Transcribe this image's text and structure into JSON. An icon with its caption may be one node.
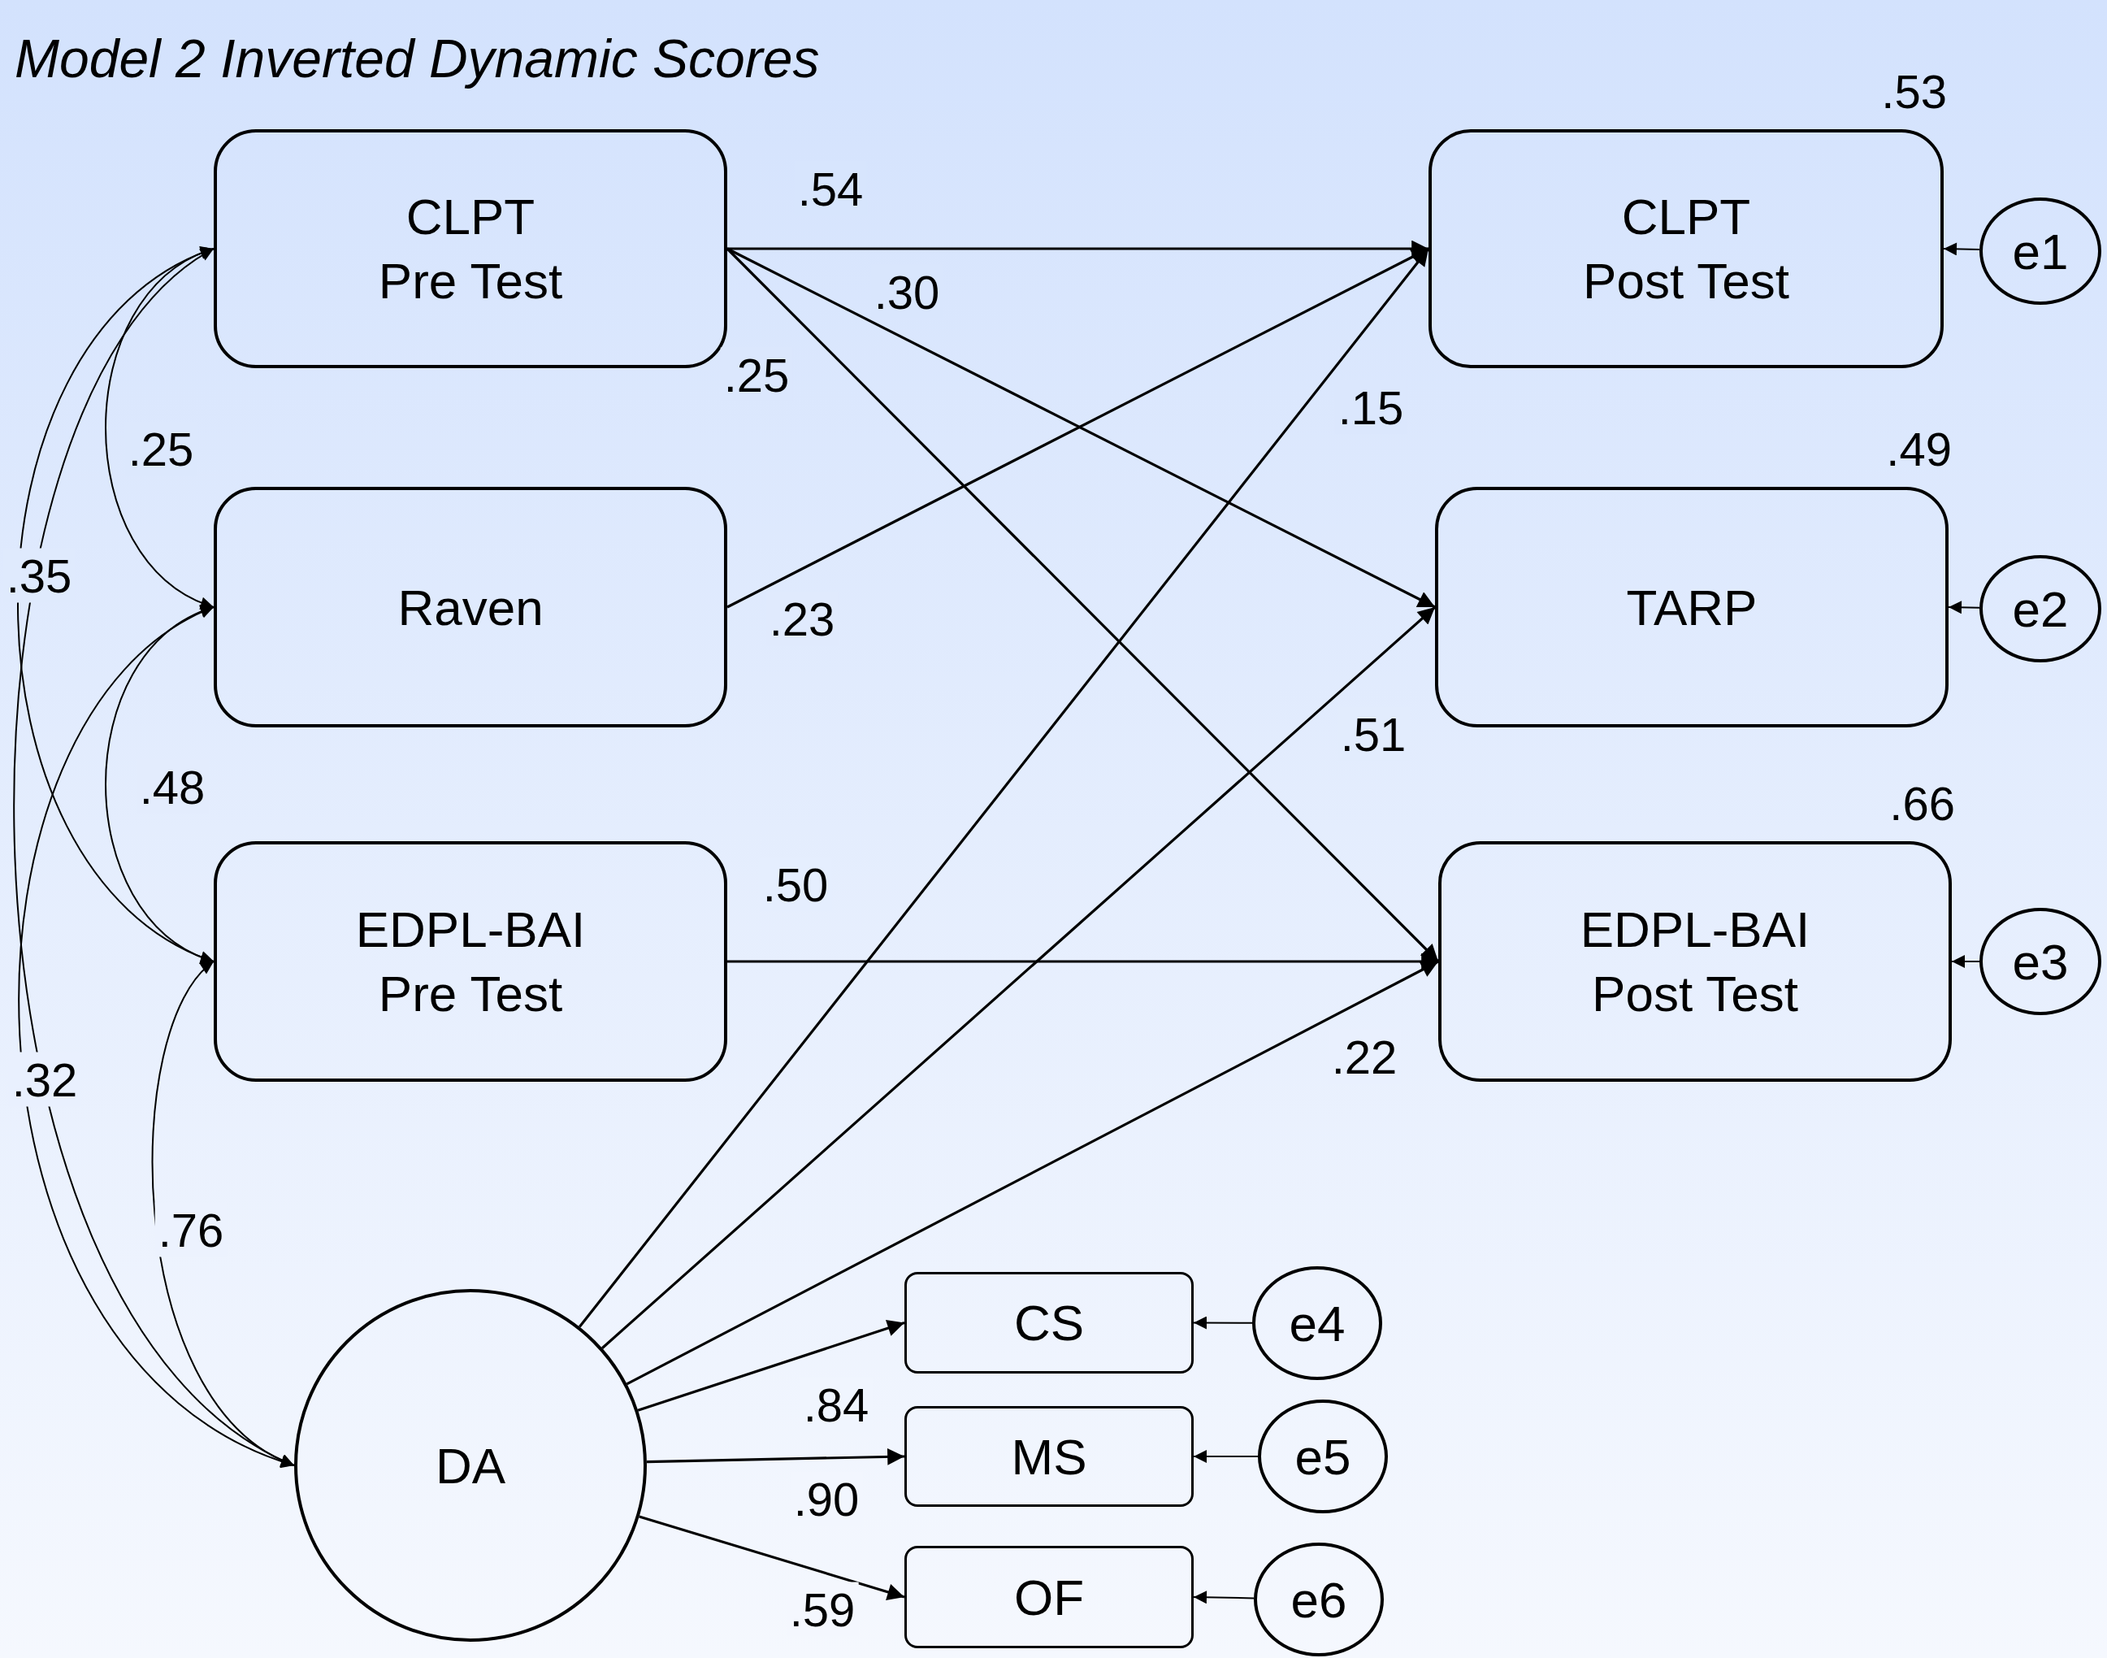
{
  "diagram": {
    "title": "Model 2 Inverted Dynamic Scores",
    "nodes": [
      {
        "text": [
          "CLPT Pre Test"
        ]
      },
      {
        "text": [
          "Raven"
        ]
      },
      {
        "text": [
          "EDPL-BAI Pre Test"
        ]
      },
      {
        "text": [
          "DA"
        ]
      },
      {
        "text": [
          "CLPT Post Test"
        ],
        "beside": [
          ".53"
        ]
      },
      {
        "text": [
          "TARP"
        ],
        "beside": [
          ".49"
        ]
      },
      {
        "text": [
          "EDPL-BAI Post Test"
        ],
        "beside": [
          ".66"
        ]
      },
      {
        "text": [
          "e1"
        ]
      },
      {
        "text": [
          "e2"
        ]
      },
      {
        "text": [
          "e3"
        ]
      },
      {
        "text": [
          "CS"
        ]
      },
      {
        "text": [
          "MS"
        ]
      },
      {
        "text": [
          "OF"
        ]
      },
      {
        "text": [
          "e4"
        ]
      },
      {
        "text": [
          "e5"
        ]
      },
      {
        "text": [
          "e6"
        ]
      }
    ],
    "edges": [
      {
        "from": 0,
        "to": 4,
        "arrow": "to",
        "label": ".54"
      },
      {
        "from": 0,
        "to": 5,
        "arrow": "to",
        "label": ".30"
      },
      {
        "from": 0,
        "to": 6,
        "arrow": "to",
        "label": ".25"
      },
      {
        "from": 1,
        "to": 4,
        "arrow": "to",
        "label": ".23"
      },
      {
        "from": 2,
        "to": 6,
        "arrow": "to",
        "label": ".50"
      },
      {
        "from": 3,
        "to": 4,
        "arrow": "to",
        "label": ".15"
      },
      {
        "from": 3,
        "to": 5,
        "arrow": "to",
        "label": ".51"
      },
      {
        "from": 3,
        "to": 6,
        "arrow": "to",
        "label": ".22"
      },
      {
        "from": 3,
        "to": 10,
        "arrow": "to",
        "label": ".84"
      },
      {
        "from": 3,
        "to": 11,
        "arrow": "to",
        "label": ".90"
      },
      {
        "from": 3,
        "to": 12,
        "arrow": "to",
        "label": ".59"
      },
      {
        "from": 7,
        "to": 4,
        "arrow": "to"
      },
      {
        "from": 8,
        "to": 5,
        "arrow": "to"
      },
      {
        "from": 9,
        "to": 6,
        "arrow": "to"
      },
      {
        "from": 13,
        "to": 10,
        "arrow": "to"
      },
      {
        "from": 14,
        "to": 11,
        "arrow": "to"
      },
      {
        "from": 15,
        "to": 12,
        "arrow": "to"
      },
      {
        "from": 0,
        "to": 1,
        "arrow": "both",
        "label": ".25"
      },
      {
        "from": 0,
        "to": 2,
        "arrow": "both",
        "label": ".35"
      },
      {
        "from": 0,
        "to": 3,
        "arrow": "both"
      },
      {
        "from": 1,
        "to": 2,
        "arrow": "both",
        "label": ".48"
      },
      {
        "from": 1,
        "to": 3,
        "arrow": "both",
        "label": ".32"
      },
      {
        "from": 2,
        "to": 3,
        "arrow": "both",
        "label": ".76"
      }
    ]
  }
}
